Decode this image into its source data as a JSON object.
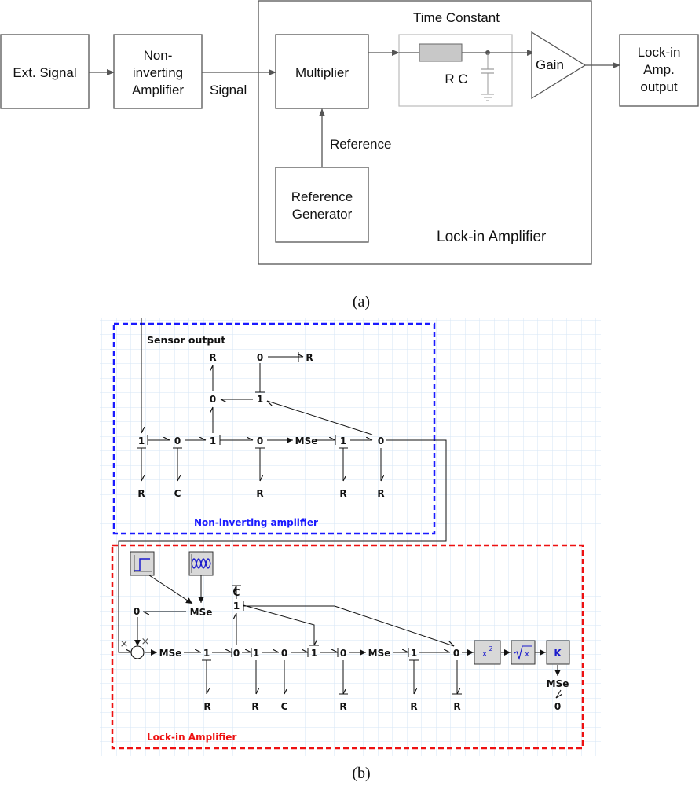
{
  "colors": {
    "block_stroke": "#555555",
    "rc_box_stroke": "#bbbbbb",
    "resistor_fill": "#c8c8c8",
    "grid_line": "#d6e6f5",
    "noninv_region": "#1a1aff",
    "lockin_region": "#ee1111",
    "func_block_fill": "#d8d8d8",
    "func_glyph": "#1a1acc"
  },
  "block_diagram": {
    "ext_signal": "Ext. Signal",
    "noninv_line1": "Non-",
    "noninv_line2": "inverting",
    "noninv_line3": "Amplifier",
    "signal_label": "Signal",
    "multiplier": "Multiplier",
    "time_constant": "Time Constant",
    "rc_label": "R C",
    "gain": "Gain",
    "output_line1": "Lock-in",
    "output_line2": "Amp.",
    "output_line3": "output",
    "reference_label": "Reference",
    "refgen_line1": "Reference",
    "refgen_line2": "Generator",
    "lockin_label": "Lock-in Amplifier",
    "caption": "(a)"
  },
  "bond_graph": {
    "sensor_output": "Sensor output",
    "noninv_region_label": "Non-inverting amplifier",
    "lockin_region_label": "Lock-in Amplifier",
    "caption": "(b)",
    "icons": [
      "step-source-icon",
      "sine-source-icon",
      "square-icon",
      "sqrt-icon",
      "gain-icon"
    ],
    "func_square": "x",
    "func_square_exp": "2",
    "func_sqrt": "x",
    "func_gain": "K",
    "cross_mark": "×",
    "nodes": {
      "top_r1": "R",
      "top_0a": "0",
      "top_r2": "R",
      "mid_0": "0",
      "mid_1": "1",
      "j1": "1",
      "j2": "0",
      "j3": "1",
      "j4": "0",
      "j5": "MSe",
      "j6": "1",
      "j7": "0",
      "b_r1": "R",
      "b_c": "C",
      "b_r2": "R",
      "b_r3": "R",
      "b_r4": "R",
      "l_c": "C",
      "l_1": "1",
      "l_0": "0",
      "l_mse": "MSe",
      "n_mse1": "MSe",
      "n_1a": "1",
      "n_0a": "0",
      "n_1b": "1",
      "n_0b": "0",
      "n_1c": "1",
      "n_0c": "0",
      "n_mse2": "MSe",
      "n_1d": "1",
      "n_0d": "0",
      "n_r1": "R",
      "n_r2": "R",
      "n_c": "C",
      "n_r3": "R",
      "n_r4": "R",
      "n_r5": "R",
      "out_mse": "MSe",
      "out_0": "0"
    }
  }
}
